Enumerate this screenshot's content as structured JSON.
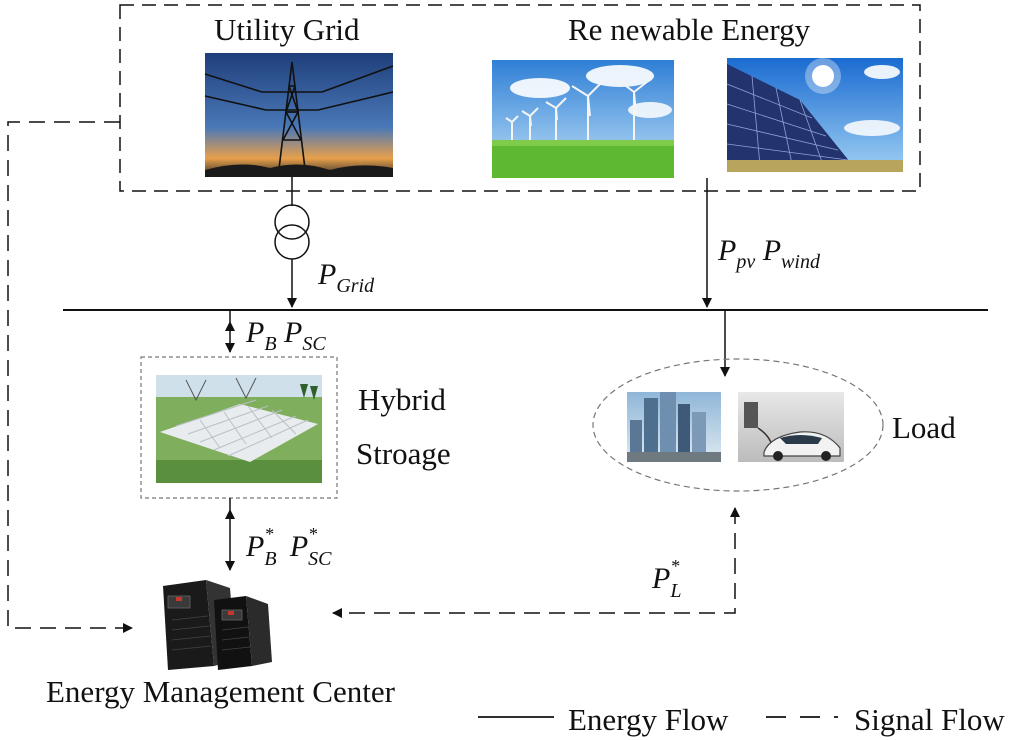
{
  "labels": {
    "utility_grid": "Utility Grid",
    "renewable_energy": "Re newable Energy",
    "hybrid_line1": "Hybrid",
    "hybrid_line2": "Stroage",
    "load": "Load",
    "emc": "Energy Management Center",
    "legend_energy": "Energy Flow",
    "legend_signal": "Signal Flow"
  },
  "math": {
    "p_grid": {
      "base": "P",
      "sub": "Grid"
    },
    "p_pv": {
      "base": "P",
      "sub": "pv"
    },
    "p_wind": {
      "base": "P",
      "sub": "wind"
    },
    "p_b": {
      "base": "P",
      "sub": "B"
    },
    "p_sc": {
      "base": "P",
      "sub": "SC"
    },
    "p_b_star": {
      "base": "P",
      "sub": "B",
      "sup": "*"
    },
    "p_sc_star": {
      "base": "P",
      "sub": "SC",
      "sup": "*"
    },
    "p_l_star": {
      "base": "P",
      "sub": "L",
      "sup": "*"
    }
  },
  "colors": {
    "line": "#111111",
    "sky": "#2f7fd6",
    "grass": "#5fb832",
    "panel": "#23336e",
    "dusk": "#e8a04a"
  },
  "icons": [
    "transmission-tower-icon",
    "wind-turbine-icon",
    "solar-panel-icon",
    "transformer-icon",
    "battery-storage-icon",
    "building-icon",
    "electric-car-icon",
    "server-cabinet-icon"
  ]
}
